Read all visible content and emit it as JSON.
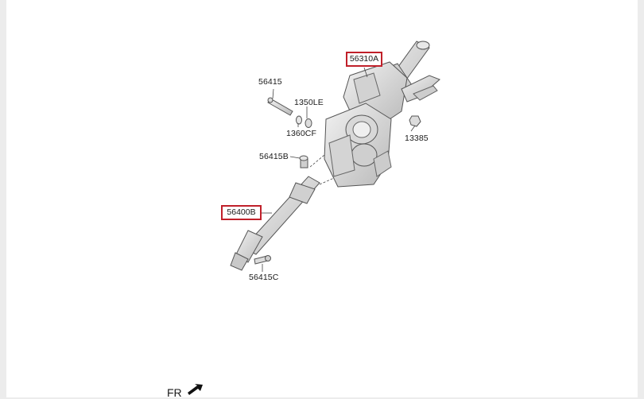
{
  "parts": {
    "column_assy": "56310A",
    "shaft_assy": "56400B",
    "bolt_main": "56415",
    "bolt_b": "56415B",
    "bolt_c": "56415C",
    "washer_le": "1350LE",
    "nut_cf": "1360CF",
    "nut_side": "13385"
  },
  "direction": {
    "front_label": "FR"
  },
  "colors": {
    "highlight": "#c0202a",
    "line": "#333333",
    "part": "#dcdcdc"
  }
}
